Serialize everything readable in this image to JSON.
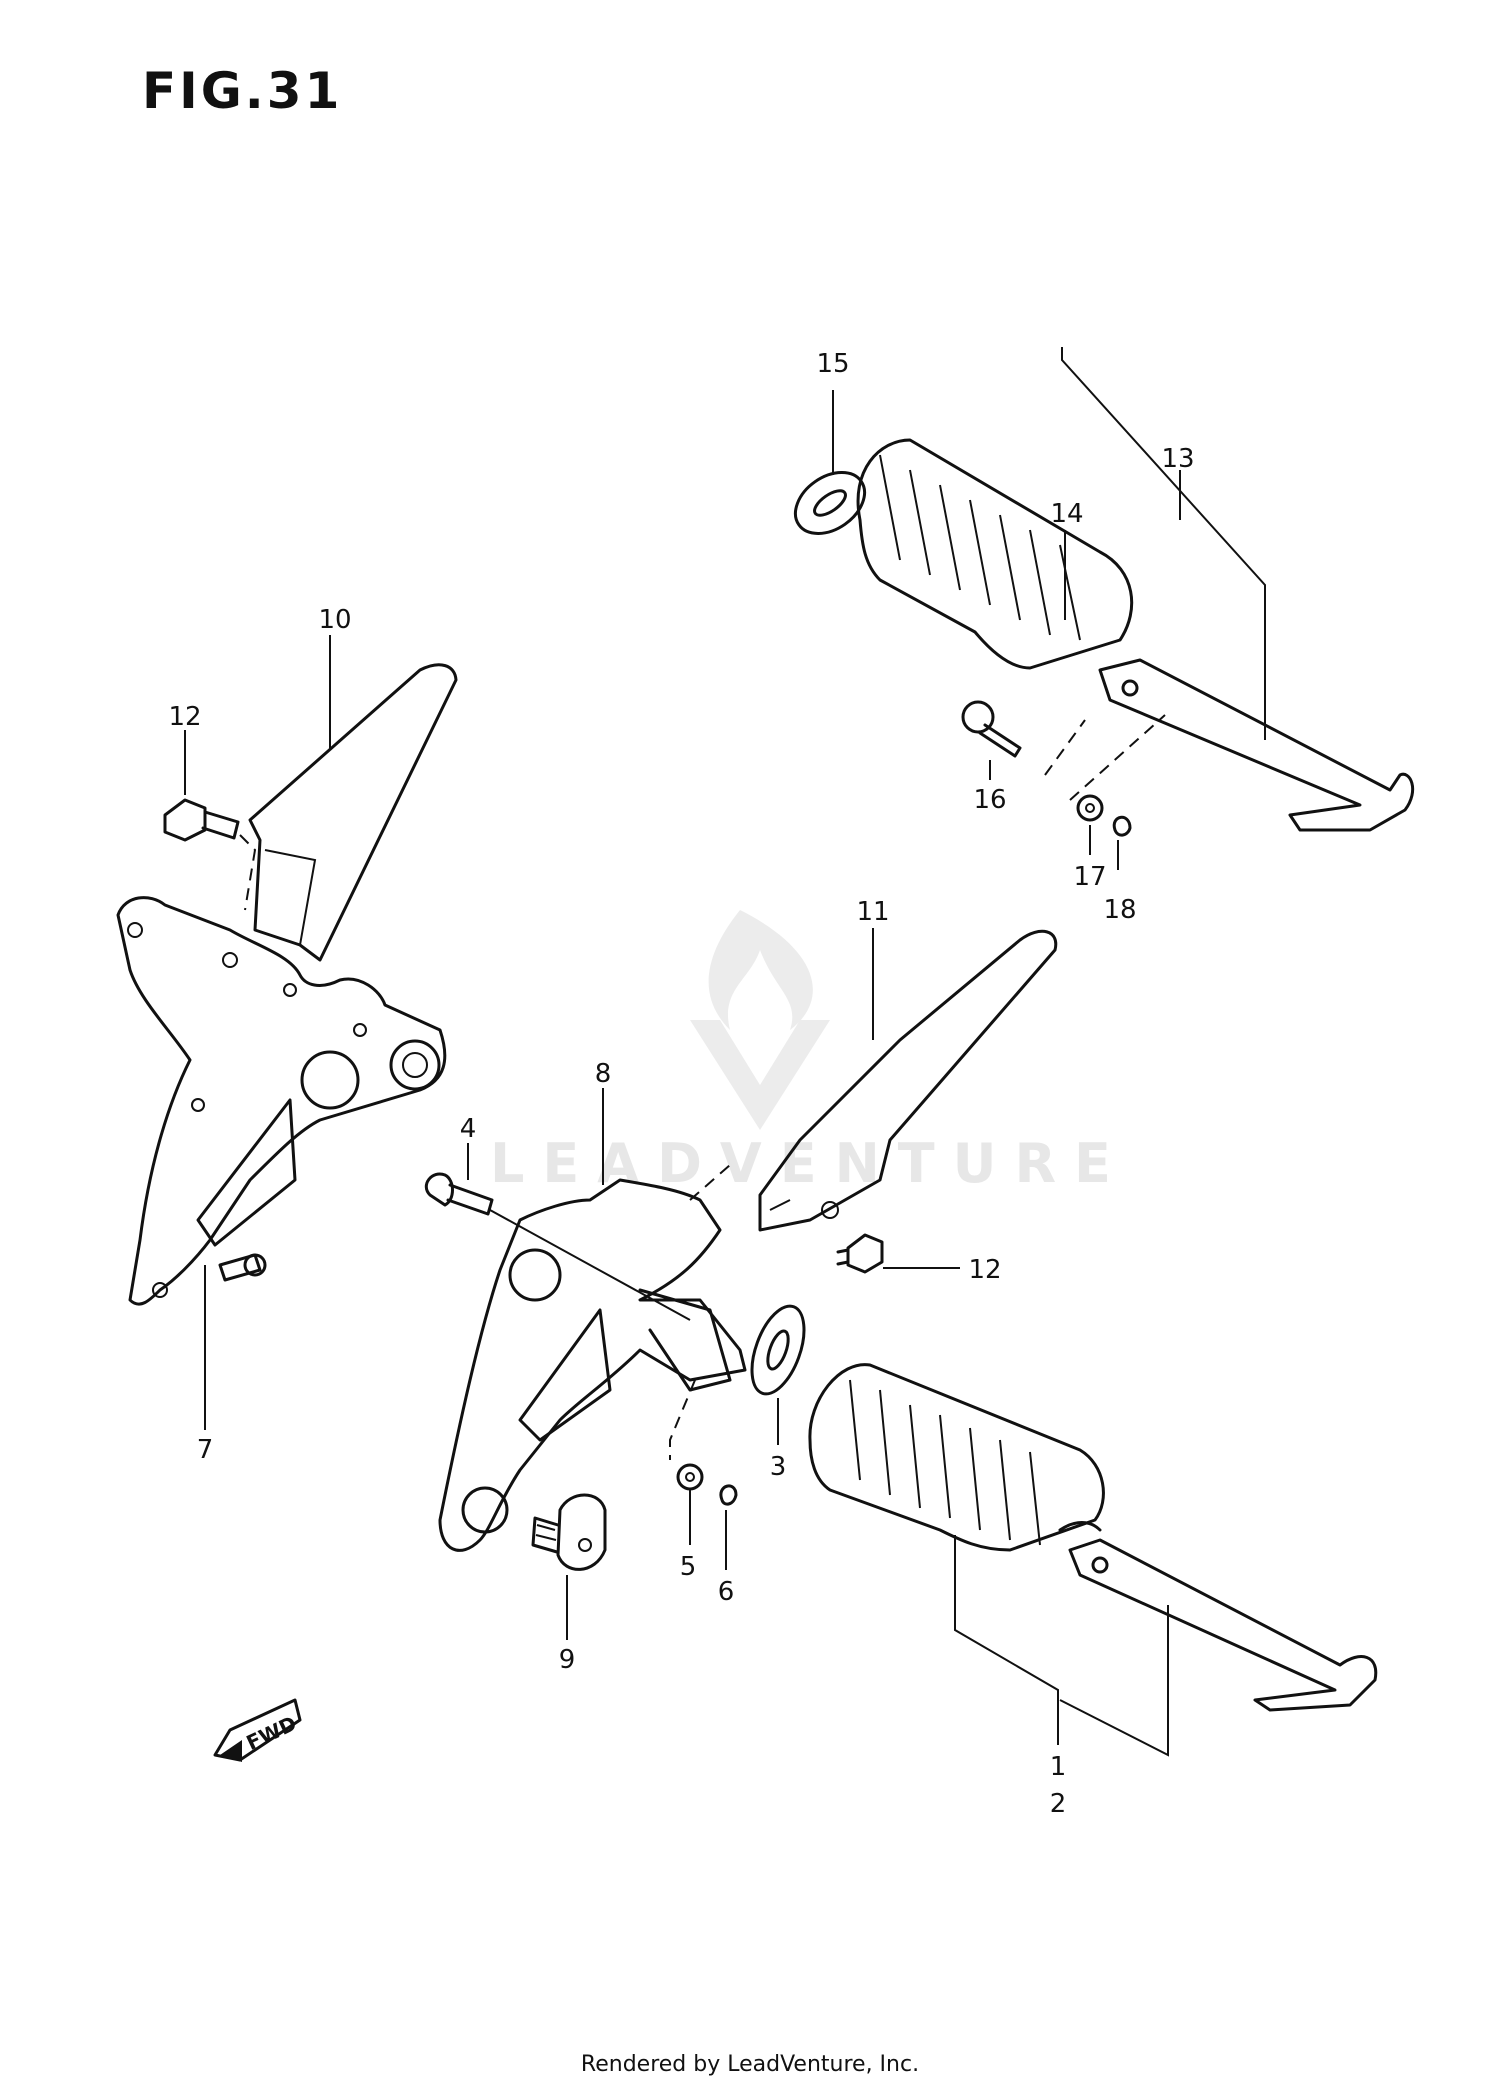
{
  "figure": {
    "title": "FIG.31"
  },
  "watermark": {
    "text": "LEADVENTURE"
  },
  "direction_marker": {
    "label": "FWD"
  },
  "callouts": {
    "c1": "1",
    "c2": "2",
    "c3": "3",
    "c4": "4",
    "c5": "5",
    "c6": "6",
    "c7": "7",
    "c8": "8",
    "c9": "9",
    "c10": "10",
    "c11": "11",
    "c12a": "12",
    "c12b": "12",
    "c13": "13",
    "c14": "14",
    "c15": "15",
    "c16": "16",
    "c17": "17",
    "c18": "18"
  },
  "footer": {
    "text": "Rendered by LeadVenture, Inc."
  }
}
